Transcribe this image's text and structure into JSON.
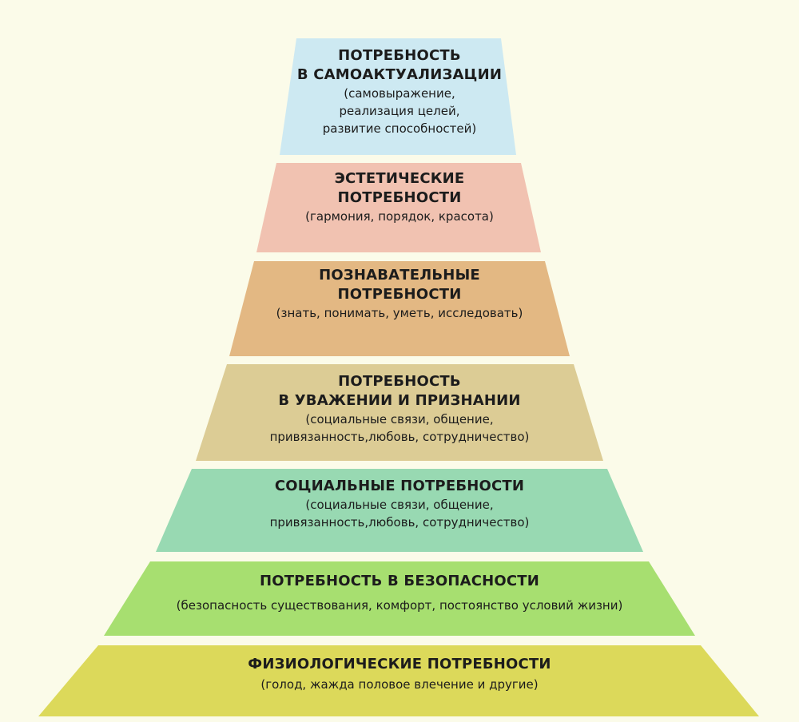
{
  "pyramid": {
    "levels": [
      {
        "title_lines": [
          "ПОТРЕБНОСТЬ",
          "В САМОАКТУАЛИЗАЦИИ"
        ],
        "desc_lines": [
          "(самовыражение,",
          "реализация целей,",
          "развитие способностей)"
        ],
        "color": "#cde9f2"
      },
      {
        "title_lines": [
          "ЭСТЕТИЧЕСКИЕ",
          "ПОТРЕБНОСТИ"
        ],
        "desc_lines": [
          "(гармония, порядок, красота)"
        ],
        "color": "#f1c2b1"
      },
      {
        "title_lines": [
          "ПОЗНАВАТЕЛЬНЫЕ",
          "ПОТРЕБНОСТИ"
        ],
        "desc_lines": [
          "(знать, понимать, уметь, исследовать)"
        ],
        "color": "#e3b883"
      },
      {
        "title_lines": [
          "ПОТРЕБНОСТЬ",
          "В УВАЖЕНИИ И ПРИЗНАНИИ"
        ],
        "desc_lines": [
          "(социальные связи, общение,",
          "привязанность,любовь, сотрудничество)"
        ],
        "color": "#dccc95"
      },
      {
        "title_lines": [
          "СОЦИАЛЬНЫЕ ПОТРЕБНОСТИ"
        ],
        "desc_lines": [
          "(социальные связи, общение,",
          "привязанность,любовь, сотрудничество)"
        ],
        "color": "#98d9b2"
      },
      {
        "title_lines": [
          "ПОТРЕБНОСТЬ В БЕЗОПАСНОСТИ"
        ],
        "desc_lines": [
          "(безопасность существования, комфорт, постоянство условий жизни)"
        ],
        "color": "#a7df70"
      },
      {
        "title_lines": [
          "ФИЗИОЛОГИЧЕСКИЕ ПОТРЕБНОСТИ"
        ],
        "desc_lines": [
          "(голод, жажда половое влечение и другие)"
        ],
        "color": "#dcd95a"
      }
    ]
  }
}
